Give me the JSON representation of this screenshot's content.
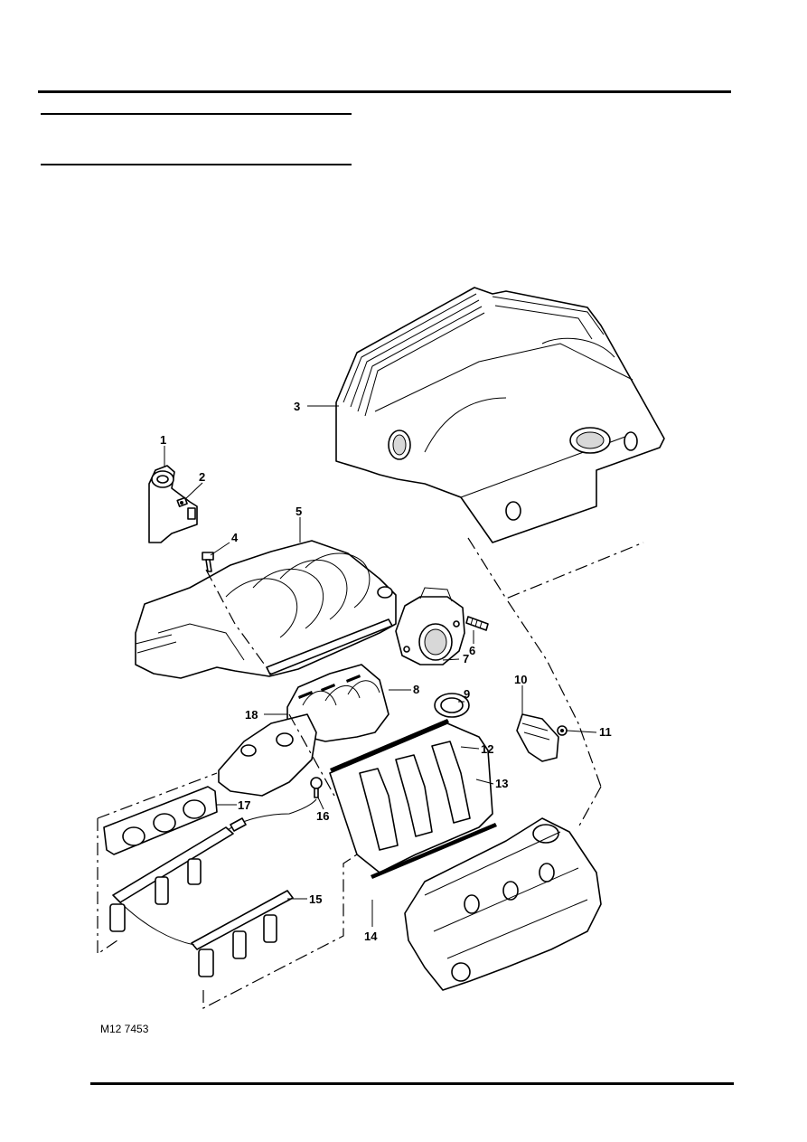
{
  "figure": {
    "reference": "M12 7453"
  },
  "callouts": [
    {
      "id": "c1",
      "label": "1"
    },
    {
      "id": "c2",
      "label": "2"
    },
    {
      "id": "c3",
      "label": "3"
    },
    {
      "id": "c4",
      "label": "4"
    },
    {
      "id": "c5",
      "label": "5"
    },
    {
      "id": "c6",
      "label": "6"
    },
    {
      "id": "c7",
      "label": "7"
    },
    {
      "id": "c8",
      "label": "8"
    },
    {
      "id": "c9",
      "label": "9"
    },
    {
      "id": "c10",
      "label": "10"
    },
    {
      "id": "c11",
      "label": "11"
    },
    {
      "id": "c12",
      "label": "12"
    },
    {
      "id": "c13",
      "label": "13"
    },
    {
      "id": "c14",
      "label": "14"
    },
    {
      "id": "c15",
      "label": "15"
    },
    {
      "id": "c16",
      "label": "16"
    },
    {
      "id": "c17",
      "label": "17"
    },
    {
      "id": "c18",
      "label": "18"
    }
  ]
}
